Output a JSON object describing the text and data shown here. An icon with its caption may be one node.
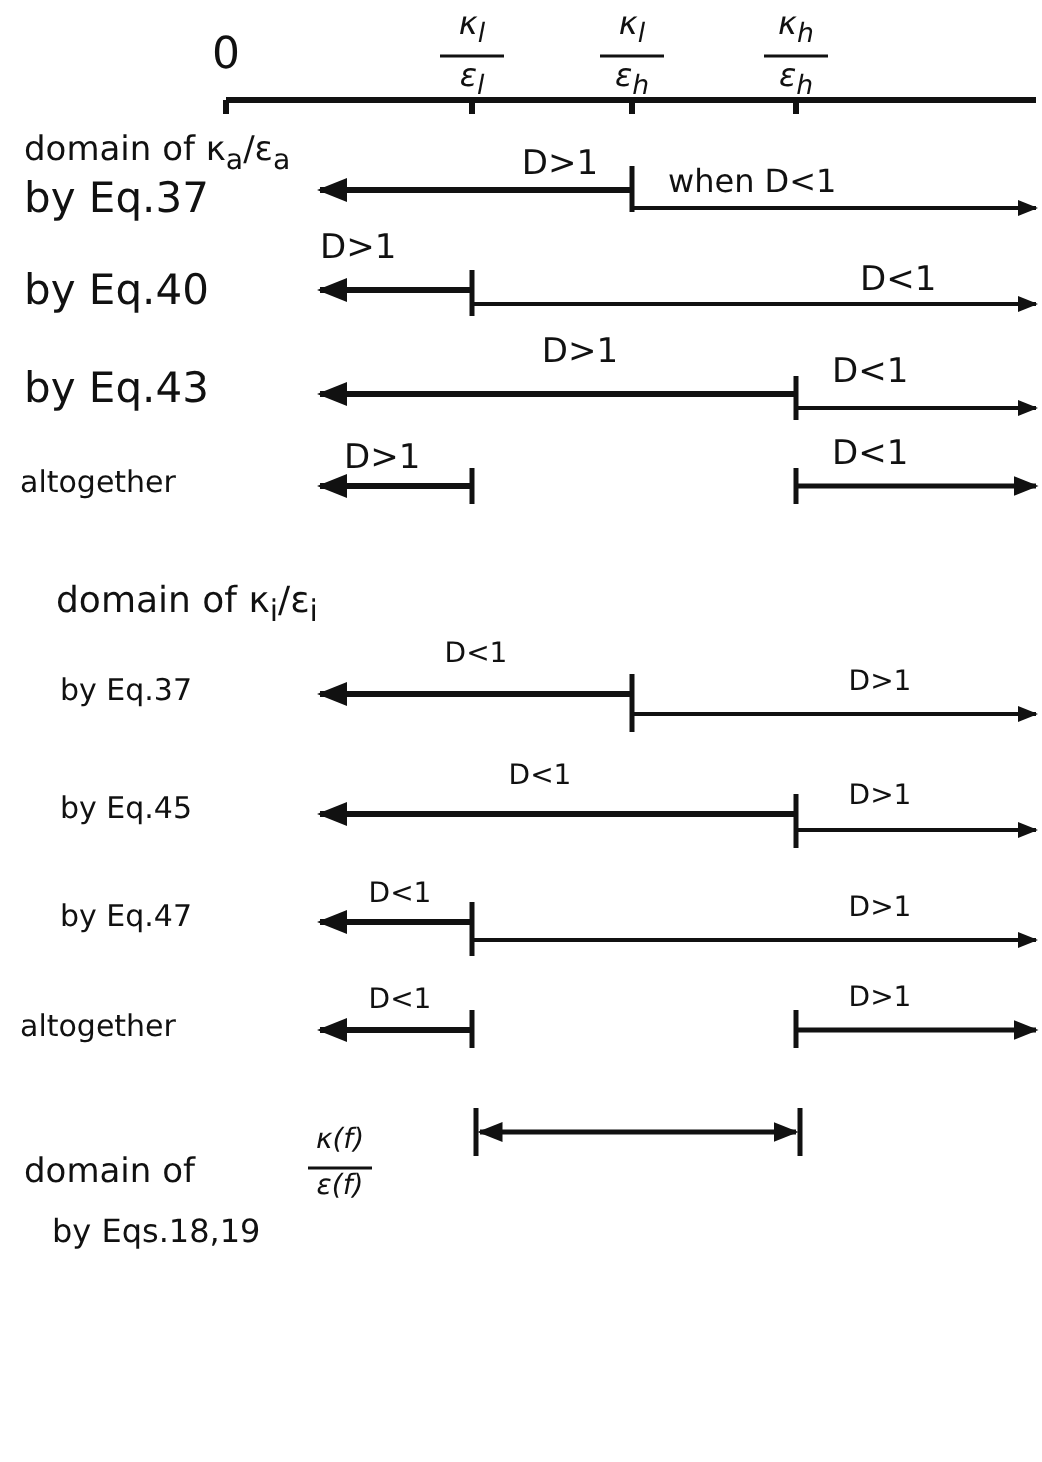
{
  "diagram": {
    "labels": [
      "0",
      "κ$_{l}$",
      "ε$_{l}$",
      "κ$_{l}$",
      "ε$_{h}$",
      "κ$_{h}$",
      "ε$_{h}$",
      "domain of κ$_{a}$/ε$_{a}$",
      "by Eq.37",
      "D>1",
      "when D<1",
      "by Eq.40",
      "D>1",
      "D<1",
      "by Eq.43",
      "D>1",
      "D<1",
      "altogether",
      "D>1",
      "D<1",
      "domain of κ$_{i}$/ε$_{i}$",
      "by Eq.37",
      "D<1",
      "D>1",
      "by Eq.45",
      "D<1",
      "D>1",
      "by Eq.47",
      "D<1",
      "D>1",
      "altogether",
      "D<1",
      "D>1",
      "domain of",
      "κ(f)",
      "ε(f)",
      "by Eqs.18,19"
    ]
  }
}
